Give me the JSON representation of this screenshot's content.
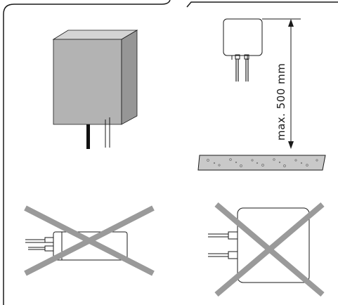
{
  "diagram": {
    "distance_label": "max. 500 mm",
    "colors": {
      "line": "#1a1a1a",
      "box_front": "#b3b3b3",
      "box_top": "#d4d4d4",
      "box_side": "#969696",
      "floor": "#c9c9c9",
      "cross": "#9a9a9a"
    },
    "panels": [
      {
        "name": "correct-mounting-3d",
        "allowed": true
      },
      {
        "name": "max-height-above-floor",
        "allowed": true
      },
      {
        "name": "wrong-mounting-horizontal-cables",
        "allowed": false
      },
      {
        "name": "wrong-mounting-side-cables",
        "allowed": false
      }
    ]
  }
}
